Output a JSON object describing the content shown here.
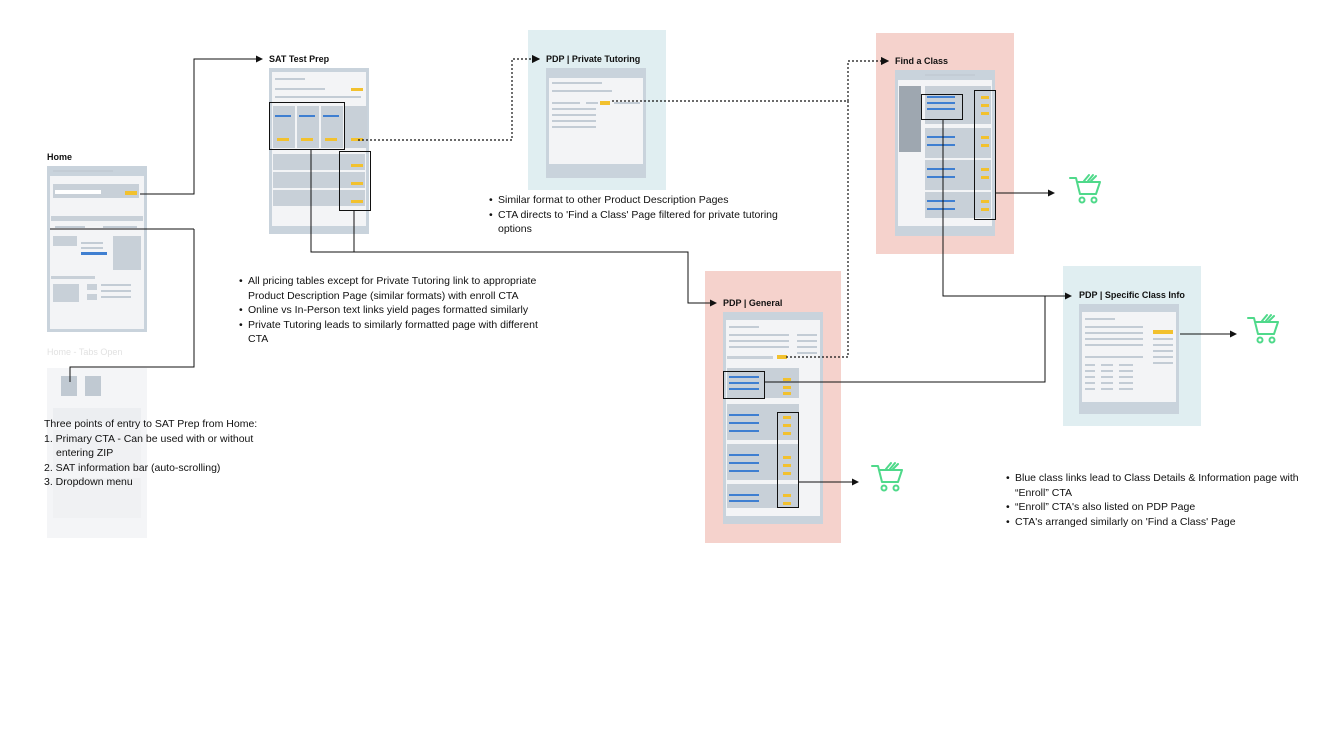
{
  "titles": {
    "home": "Home",
    "home_tabs": "Home - Tabs Open",
    "sat": "SAT Test Prep",
    "pdp_private": "PDP | Private Tutoring",
    "find_class": "Find a Class",
    "pdp_general": "PDP | General",
    "pdp_specific": "PDP | Specific Class Info"
  },
  "notes": {
    "private": [
      "Similar format to other Product Description Pages",
      "CTA directs to 'Find a Class' Page filtered for private tutoring options"
    ],
    "sat": [
      "All pricing tables except for Private Tutoring link to appropriate Product Description Page (similar formats) with enroll CTA",
      "Online vs In-Person text links yield pages formatted similarly",
      "Private Tutoring leads to similarly formatted page with different CTA"
    ],
    "home_intro": "Three points of entry to SAT Prep from Home:",
    "home_list": [
      "1. Primary CTA - Can be used with or without entering ZIP",
      "2. SAT information bar (auto-scrolling)",
      "3. Dropdown menu"
    ],
    "class": [
      "Blue class links lead to Class Details & Information page with “Enroll” CTA",
      "“Enroll” CTA's also listed on PDP Page",
      "CTA's arranged similarly on 'Find a Class' Page"
    ]
  },
  "icons": [
    "cart-icon"
  ],
  "colors": {
    "blue_bg": "#e0eef1",
    "pink_bg": "#f5d2cc",
    "cta_yellow": "#f2c12e",
    "link_blue": "#3f7fd1",
    "cart_green": "#4fd98a"
  }
}
